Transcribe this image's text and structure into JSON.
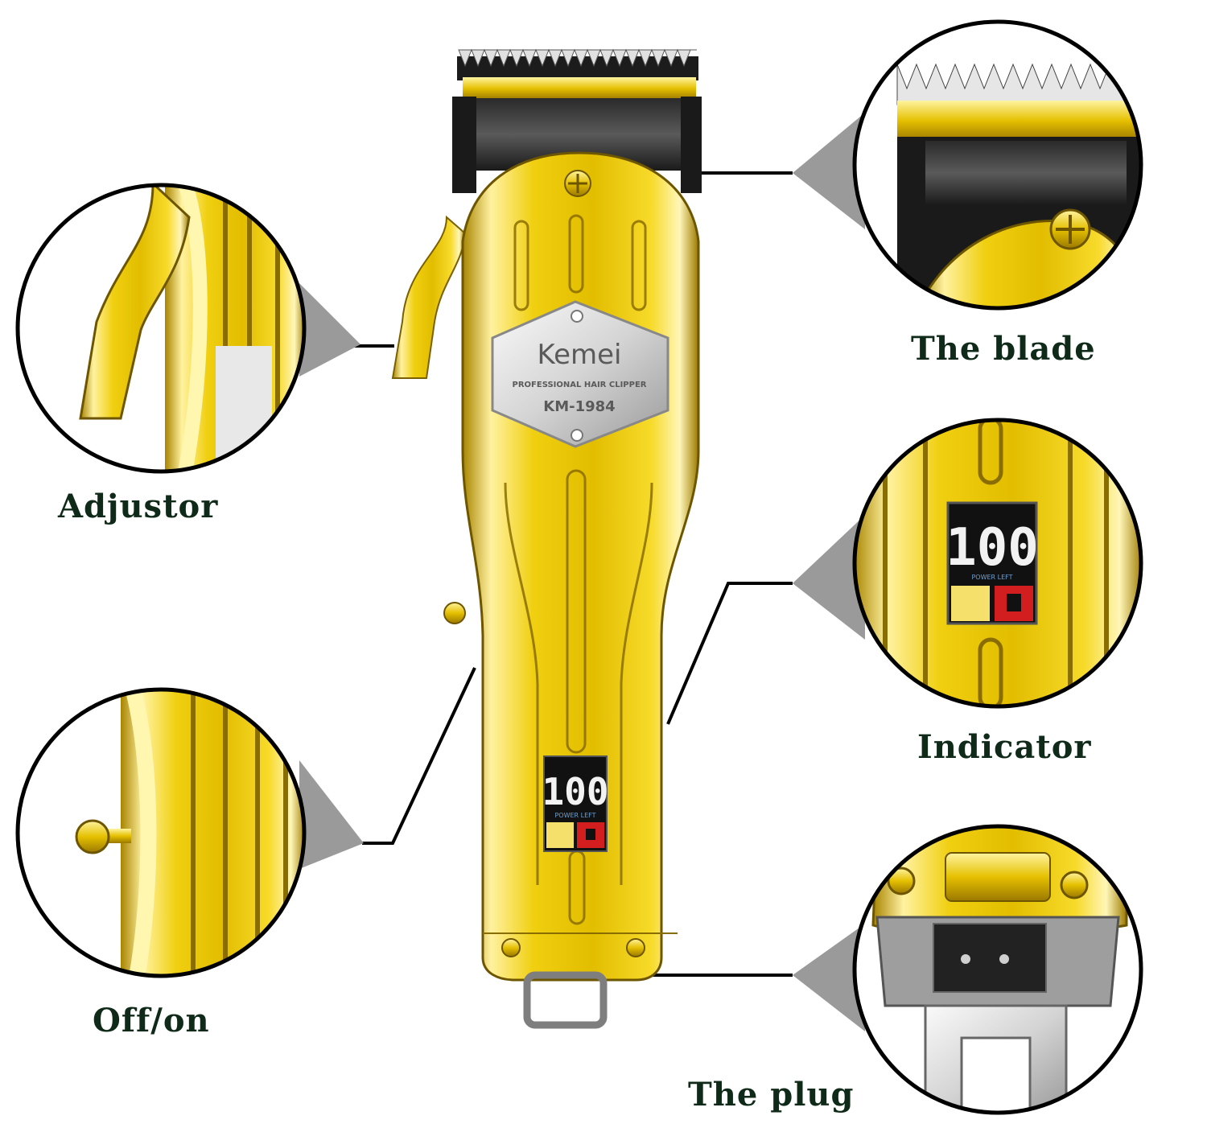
{
  "product": {
    "brand": "Kemei",
    "subtitle": "PROFESSIONAL HAIR CLIPPER",
    "model": "KM-1984",
    "display_value": "100",
    "display_caption": "POWER LEFT"
  },
  "callouts": [
    {
      "id": "adjustor",
      "label": "Adjustor"
    },
    {
      "id": "off-on",
      "label": "Off/on"
    },
    {
      "id": "blade",
      "label": "The blade"
    },
    {
      "id": "indicator",
      "label": "Indicator"
    },
    {
      "id": "plug",
      "label": "The plug"
    }
  ],
  "colors": {
    "gold": "#e8c400",
    "gold_light": "#fff07a",
    "gold_dark": "#8a6d00",
    "label_text": "#0f2a18",
    "callout_gray": "#9a9a9a",
    "lcd_red": "#d21e1e"
  }
}
